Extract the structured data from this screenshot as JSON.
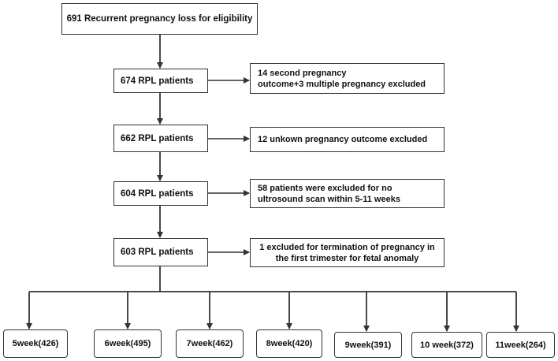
{
  "flow": {
    "top": "691 Recurrent pregnancy loss  for eligibility",
    "stages": [
      {
        "label": "674 RPL patients",
        "exclusion": [
          "14  second pregnancy",
          "outcome+3 multiple pregnancy excluded"
        ]
      },
      {
        "label": "662 RPL patients",
        "exclusion": [
          "12 unkown pregnancy outcome excluded"
        ]
      },
      {
        "label": "604 RPL patients",
        "exclusion": [
          "58 patients were excluded for no",
          "ultrosound scan within 5-11 weeks"
        ]
      },
      {
        "label": "603 RPL patients",
        "exclusion": [
          "1 excluded for termination of pregnancy in",
          "the first trimester for fetal anomaly"
        ]
      }
    ],
    "groups": [
      "5week(426)",
      "6week(495)",
      "7week(462)",
      "8week(420)",
      "9week(391)",
      "10 week(372)",
      "11week(264)"
    ]
  },
  "colors": {
    "line": "#333333",
    "box_border": "#333333",
    "text": "#111111"
  }
}
